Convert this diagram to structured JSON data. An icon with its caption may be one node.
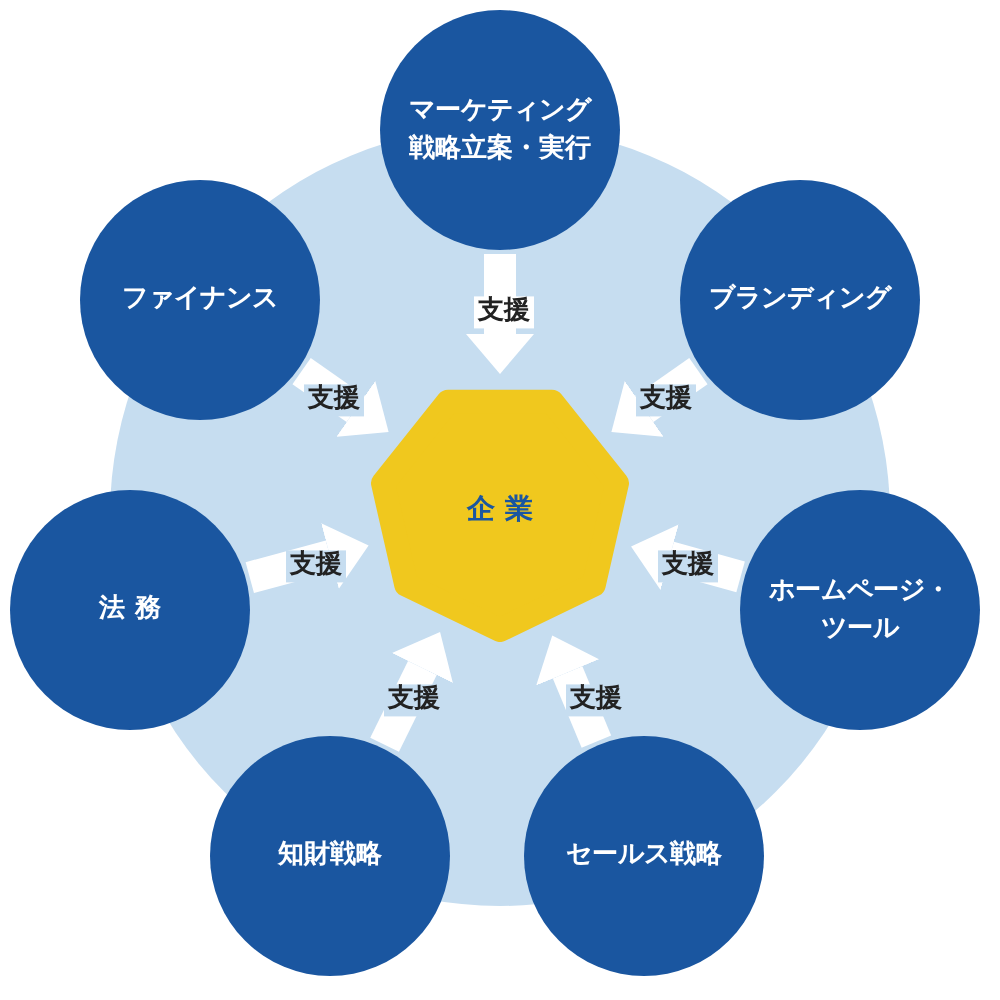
{
  "diagram": {
    "nodes": [
      {
        "text": [
          "マーケティング戦略立案・実行"
        ]
      },
      {
        "text": [
          "ファイナンス"
        ]
      },
      {
        "text": [
          "ブランディング"
        ]
      },
      {
        "text": [
          "企 業"
        ]
      },
      {
        "text": [
          "法 務"
        ]
      },
      {
        "text": [
          "ホームページ・ツール"
        ]
      },
      {
        "text": [
          "知財戦略"
        ]
      },
      {
        "text": [
          "セールス戦略"
        ]
      }
    ],
    "edges": [
      {
        "from": 0,
        "to": 3,
        "arrow": "to",
        "label": "支援"
      },
      {
        "from": 1,
        "to": 3,
        "arrow": "to",
        "label": "支援"
      },
      {
        "from": 2,
        "to": 3,
        "arrow": "to",
        "label": "支援"
      },
      {
        "from": 4,
        "to": 3,
        "arrow": "to",
        "label": "支援"
      },
      {
        "from": 5,
        "to": 3,
        "arrow": "to",
        "label": "支援"
      },
      {
        "from": 6,
        "to": 3,
        "arrow": "to",
        "label": "支援"
      },
      {
        "from": 7,
        "to": 3,
        "arrow": "to",
        "label": "支援"
      }
    ]
  }
}
